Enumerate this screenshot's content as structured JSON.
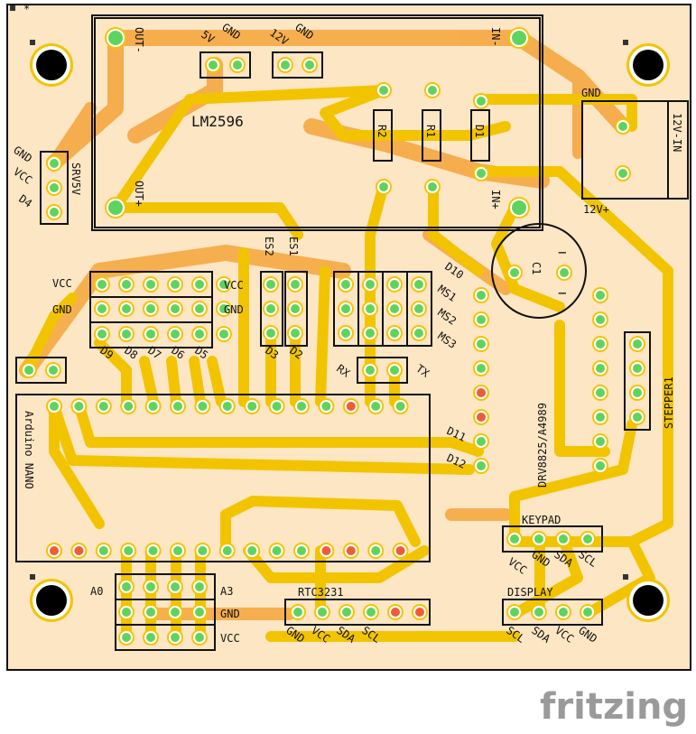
{
  "colors": {
    "board": "#fde6c4",
    "trace_bottom": "#f5a43a",
    "trace_top": "#f2c400",
    "pad_green": "#5fd35f",
    "pad_red": "#f15a3a",
    "silk": "#111111",
    "watermark": "#9a9a9a"
  },
  "watermark": "fritzing",
  "labels": {
    "lm2596": "LM2596",
    "out_minus": "OUT-",
    "out_plus": "OUT+",
    "in_minus": "IN-",
    "in_plus": "IN+",
    "h_5v": "5V",
    "h_gnd1": "GND",
    "h_12v": "12V",
    "h_gnd2": "GND",
    "r2": "R2",
    "r1": "R1",
    "d1": "D1",
    "c1": "C1",
    "gnd_in": "GND",
    "v12_in": "12V-IN",
    "v12_plus": "12V+",
    "srv_gnd": "GND",
    "srv_vcc": "VCC",
    "srv_d4": "D4",
    "srv5v": "SRV5V",
    "es2": "ES2",
    "es1": "ES1",
    "vcc_left": "VCC",
    "gnd_left": "GND",
    "vcc_mid": "VCC",
    "gnd_mid": "GND",
    "d9": "D9",
    "d8": "D8",
    "d7": "D7",
    "d6": "D6",
    "d5": "D5",
    "d3": "D3",
    "d2": "D2",
    "d10": "D10",
    "ms1": "MS1",
    "ms2": "MS2",
    "ms3": "MS3",
    "rx": "RX",
    "tx": "TX",
    "driver": "DRV8825/A4989",
    "stepper": "STEPPER1",
    "arduino": "Arduino NANO",
    "d11": "D11",
    "d12": "D12",
    "keypad": "KEYPAD",
    "kp_vcc": "VCC",
    "kp_gnd": "GND",
    "kp_sda": "SDA",
    "kp_scl": "SCL",
    "a0": "A0",
    "a3": "A3",
    "gnd_bot": "GND",
    "vcc_bot": "VCC",
    "rtc": "RTC3231",
    "rtc_gnd": "GND",
    "rtc_vcc": "VCC",
    "rtc_sda": "SDA",
    "rtc_scl": "SCL",
    "display": "DISPLAY",
    "dp_scl": "SCL",
    "dp_sda": "SDA",
    "dp_vcc": "VCC",
    "dp_gnd": "GND"
  }
}
